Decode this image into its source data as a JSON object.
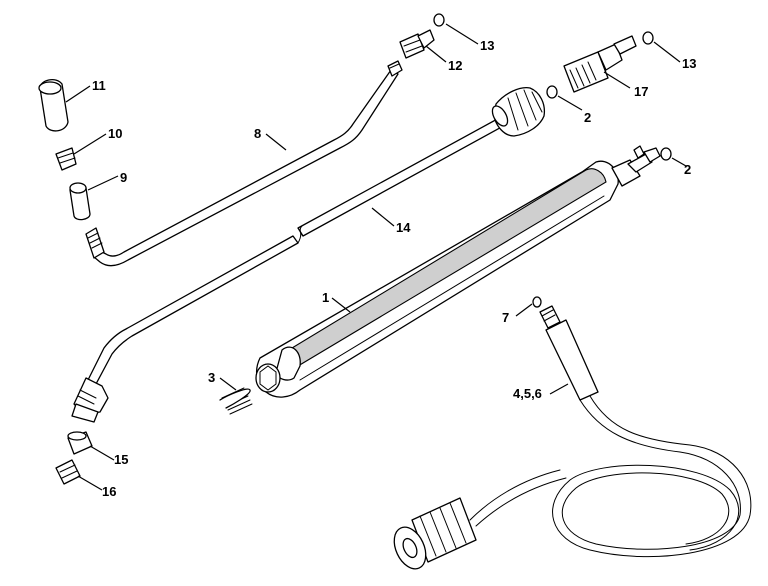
{
  "callouts": {
    "c1": "1",
    "c2a": "2",
    "c2b": "2",
    "c3": "3",
    "c456": "4,5,6",
    "c7": "7",
    "c8": "8",
    "c9": "9",
    "c10": "10",
    "c11": "11",
    "c12": "12",
    "c13a": "13",
    "c13b": "13",
    "c14": "14",
    "c15": "15",
    "c16": "16",
    "c17": "17"
  }
}
